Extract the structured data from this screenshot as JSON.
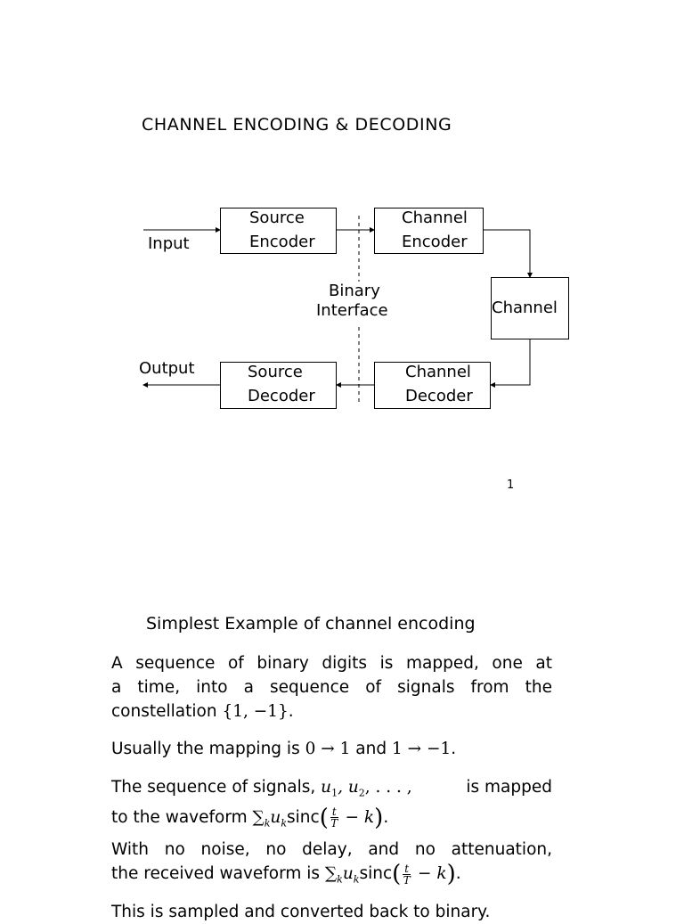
{
  "slide1": {
    "title": "CHANNEL ENCODING & DECODING",
    "blocks": {
      "source_encoder": [
        "Source",
        "Encoder"
      ],
      "channel_encoder": [
        "Channel",
        "Encoder"
      ],
      "channel": "Channel",
      "channel_decoder": [
        "Channel",
        "Decoder"
      ],
      "source_decoder": [
        "Source",
        "Decoder"
      ]
    },
    "labels": {
      "input": "Input",
      "output": "Output",
      "binary_interface": [
        "Binary",
        "Interface"
      ]
    },
    "page_number": "1"
  },
  "slide2": {
    "heading": "Simplest Example of channel encoding",
    "p1": {
      "line1": "A sequence of binary digits is mapped, one at",
      "line2": "a time, into a sequence of signals from the",
      "line3_text": "constellation ",
      "line3_math": "{1, −1}",
      "line3_end": "."
    },
    "p2": {
      "text1": "Usually the mapping is ",
      "math1": "0 → 1",
      "text2": " and ",
      "math2": "1 → −1",
      "end": "."
    },
    "p3": {
      "text1": "The sequence of signals, ",
      "math1": "u",
      "sub1": "1",
      "math2": ", u",
      "sub2": "2",
      "math3": ", . . . ,",
      "text2": " is mapped",
      "line2_text": "to the waveform ",
      "sum": "∑",
      "sum_sub": "k",
      "u": "u",
      "u_sub": "k",
      "sinc": "sinc",
      "frac_num": "t",
      "frac_den": "T",
      "minus_k": " − k",
      "end": "."
    },
    "p4": {
      "line1": "With no noise, no delay, and no attenuation,",
      "line2_text": "the received waveform is ",
      "sum": "∑",
      "sum_sub": "k",
      "u": "u",
      "u_sub": "k",
      "sinc": "sinc",
      "frac_num": "t",
      "frac_den": "T",
      "minus_k": " − k",
      "end": "."
    },
    "p5": {
      "line1": "This is sampled and converted back to binary."
    }
  }
}
